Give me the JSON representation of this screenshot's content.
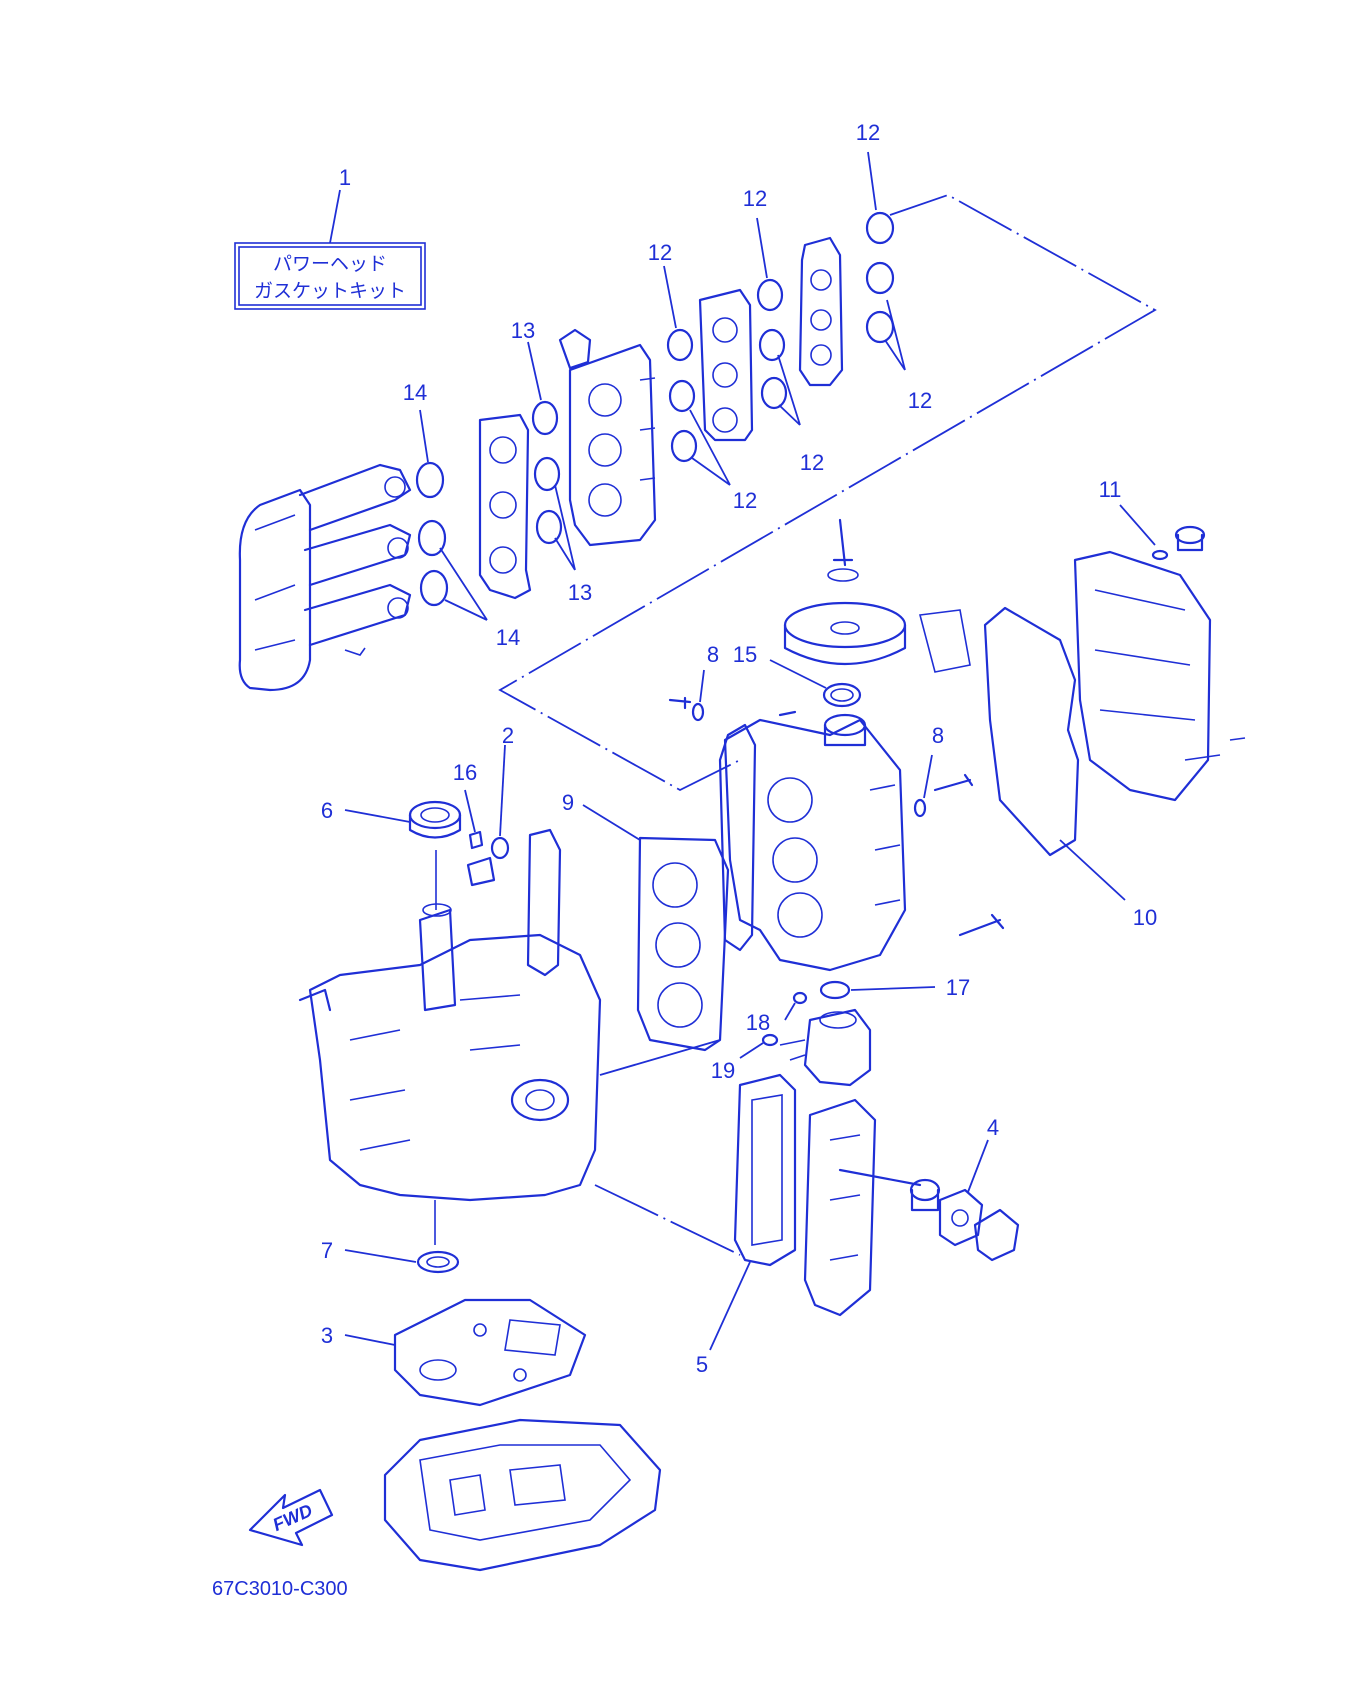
{
  "diagram": {
    "kit_box": {
      "line1": "パワーヘッド",
      "line2": "ガスケットキット"
    },
    "labels": {
      "p1": "1",
      "p2": "2",
      "p3": "3",
      "p4": "4",
      "p5": "5",
      "p6": "6",
      "p7": "7",
      "p8a": "8",
      "p8b": "8",
      "p9": "9",
      "p10": "10",
      "p11": "11",
      "p12a": "12",
      "p12b": "12",
      "p12c": "12",
      "p12d": "12",
      "p12e": "12",
      "p12f": "12",
      "p13a": "13",
      "p13b": "13",
      "p14a": "14",
      "p14b": "14",
      "p15": "15",
      "p16": "16",
      "p17": "17",
      "p18": "18",
      "p19": "19"
    },
    "fwd_arrow": "FWD",
    "diagram_code": "67C3010-C300",
    "line_color": "#1f2fd6"
  }
}
